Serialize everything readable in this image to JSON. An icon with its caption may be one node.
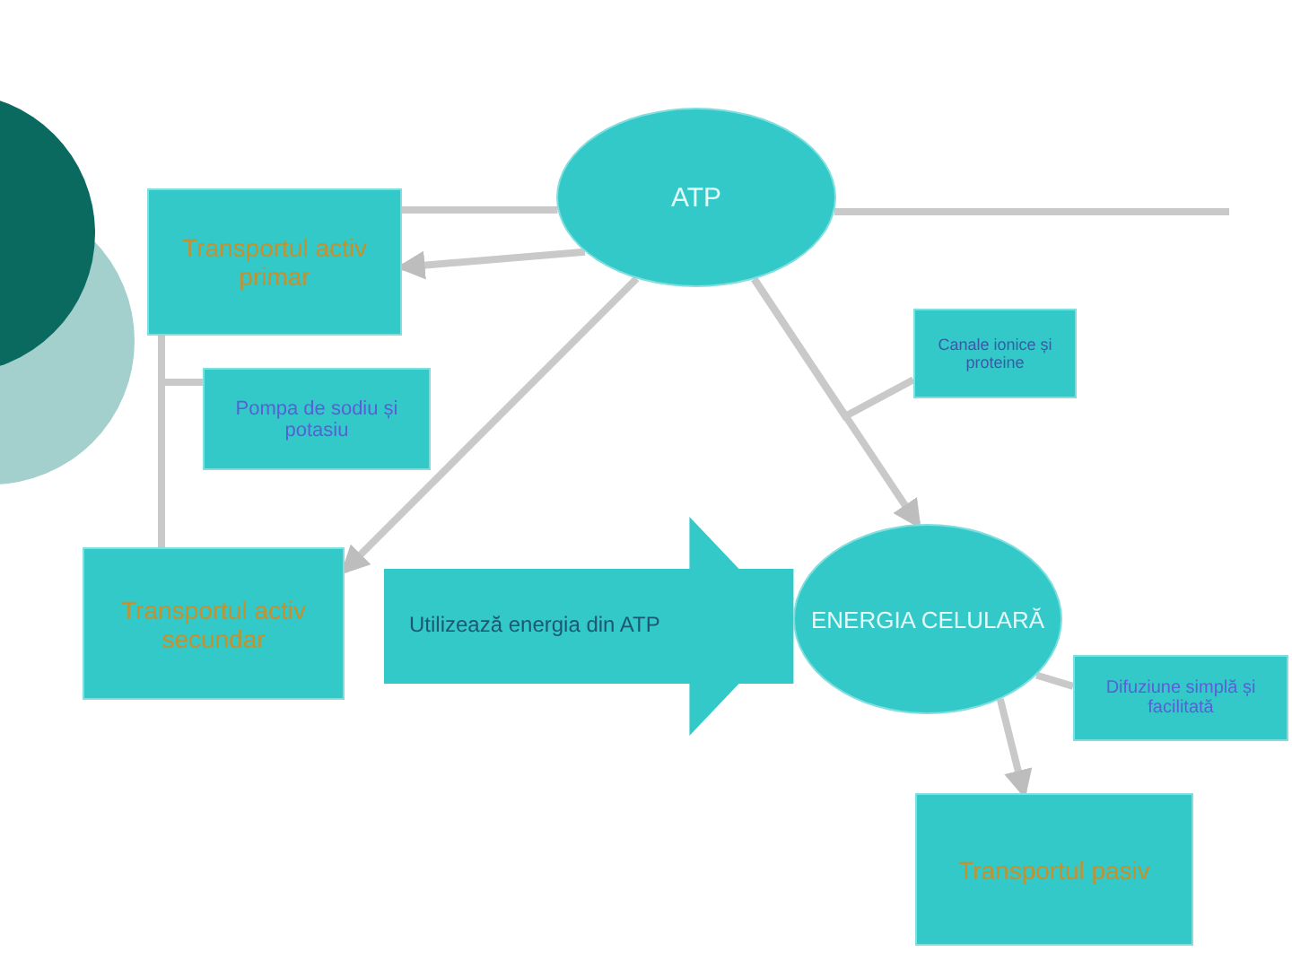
{
  "diagram": {
    "nodes": [
      {
        "text": [
          "ATP"
        ]
      },
      {
        "text": [
          "Transportul activ primar"
        ]
      },
      {
        "text": [
          "Pompa de sodiu și potasiu"
        ]
      },
      {
        "text": [
          "Transportul activ secundar"
        ]
      },
      {
        "text": [
          "Canale ionice și proteine"
        ]
      },
      {
        "text": [
          "ENERGIA CELULARĂ"
        ]
      },
      {
        "text": [
          "Difuziune simplă și facilitată"
        ]
      },
      {
        "text": [
          "Transportul pasiv"
        ]
      }
    ],
    "edges": [
      {
        "from": 1,
        "to": 0,
        "arrow": "none"
      },
      {
        "from": 0,
        "to": 1,
        "arrow": "to"
      },
      {
        "from": 0,
        "to": 3,
        "arrow": "to"
      },
      {
        "from": 0,
        "to": 5,
        "arrow": "to"
      },
      {
        "from": 0,
        "to": null,
        "arrow": "none"
      },
      {
        "from": 1,
        "to": 3,
        "arrow": "none"
      },
      {
        "from": 2,
        "to": 1,
        "arrow": "none"
      },
      {
        "from": 4,
        "to": 0,
        "arrow": "none"
      },
      {
        "from": 5,
        "to": 7,
        "arrow": "to"
      },
      {
        "from": 6,
        "to": 5,
        "arrow": "none"
      },
      {
        "from": 3,
        "to": 5,
        "arrow": "to",
        "label": "Utilizează energia din ATP",
        "style": "thick",
        "color": "#33c9c9"
      }
    ]
  }
}
